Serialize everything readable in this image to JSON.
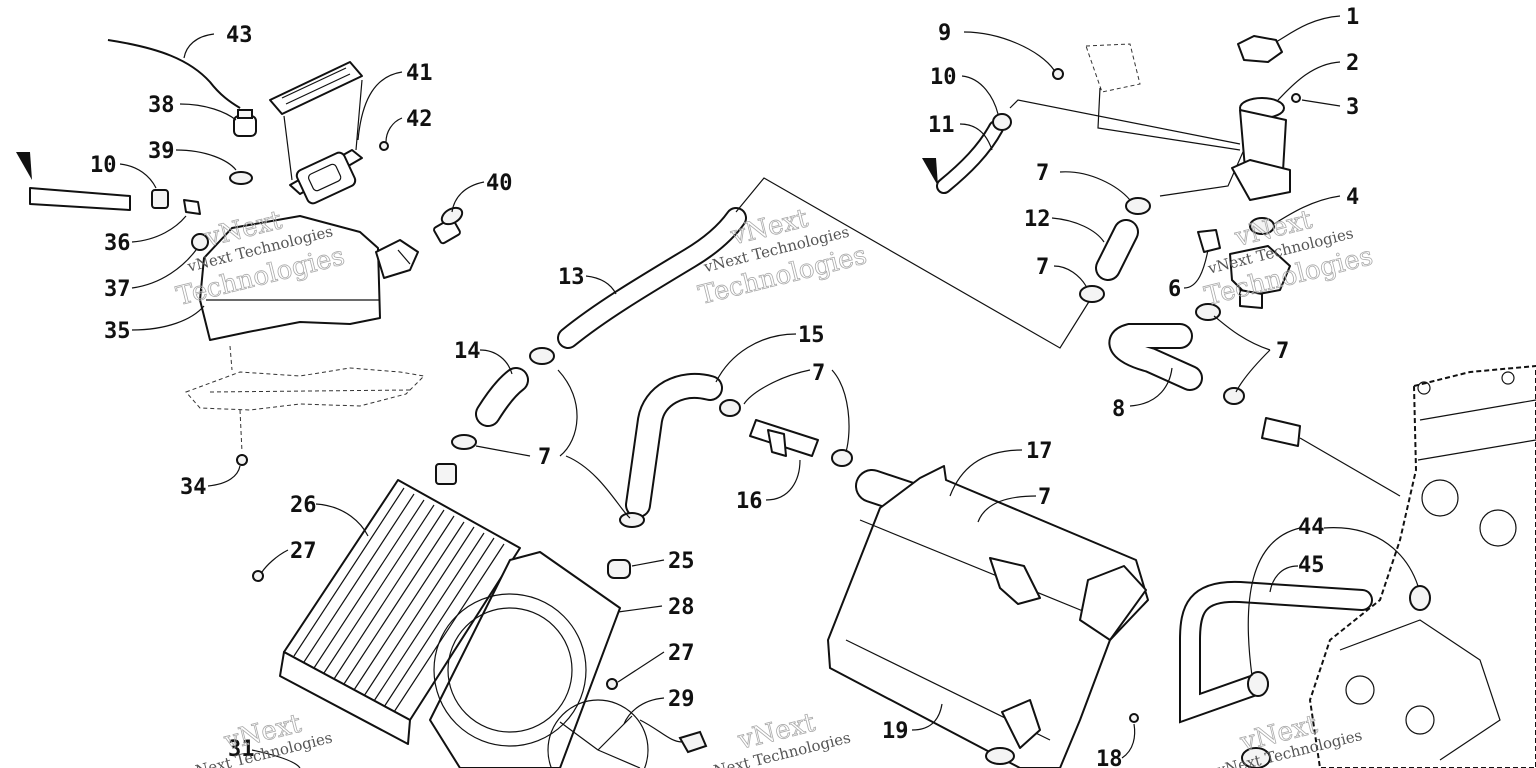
{
  "callouts": [
    "1",
    "2",
    "3",
    "4",
    "6",
    "7",
    "8",
    "9",
    "10",
    "11",
    "12",
    "13",
    "14",
    "15",
    "16",
    "17",
    "18",
    "19",
    "25",
    "26",
    "27",
    "28",
    "29",
    "31",
    "34",
    "35",
    "36",
    "37",
    "38",
    "39",
    "40",
    "41",
    "42",
    "43",
    "44",
    "45"
  ],
  "watermark": {
    "brand": "vNext",
    "line": "vNext Technologies",
    "word": "Technologies"
  },
  "colors": {
    "line": "#111111",
    "watermark": "#aaaaaa",
    "background": "#ffffff"
  },
  "icons": [
    "direction-arrow-icon"
  ]
}
